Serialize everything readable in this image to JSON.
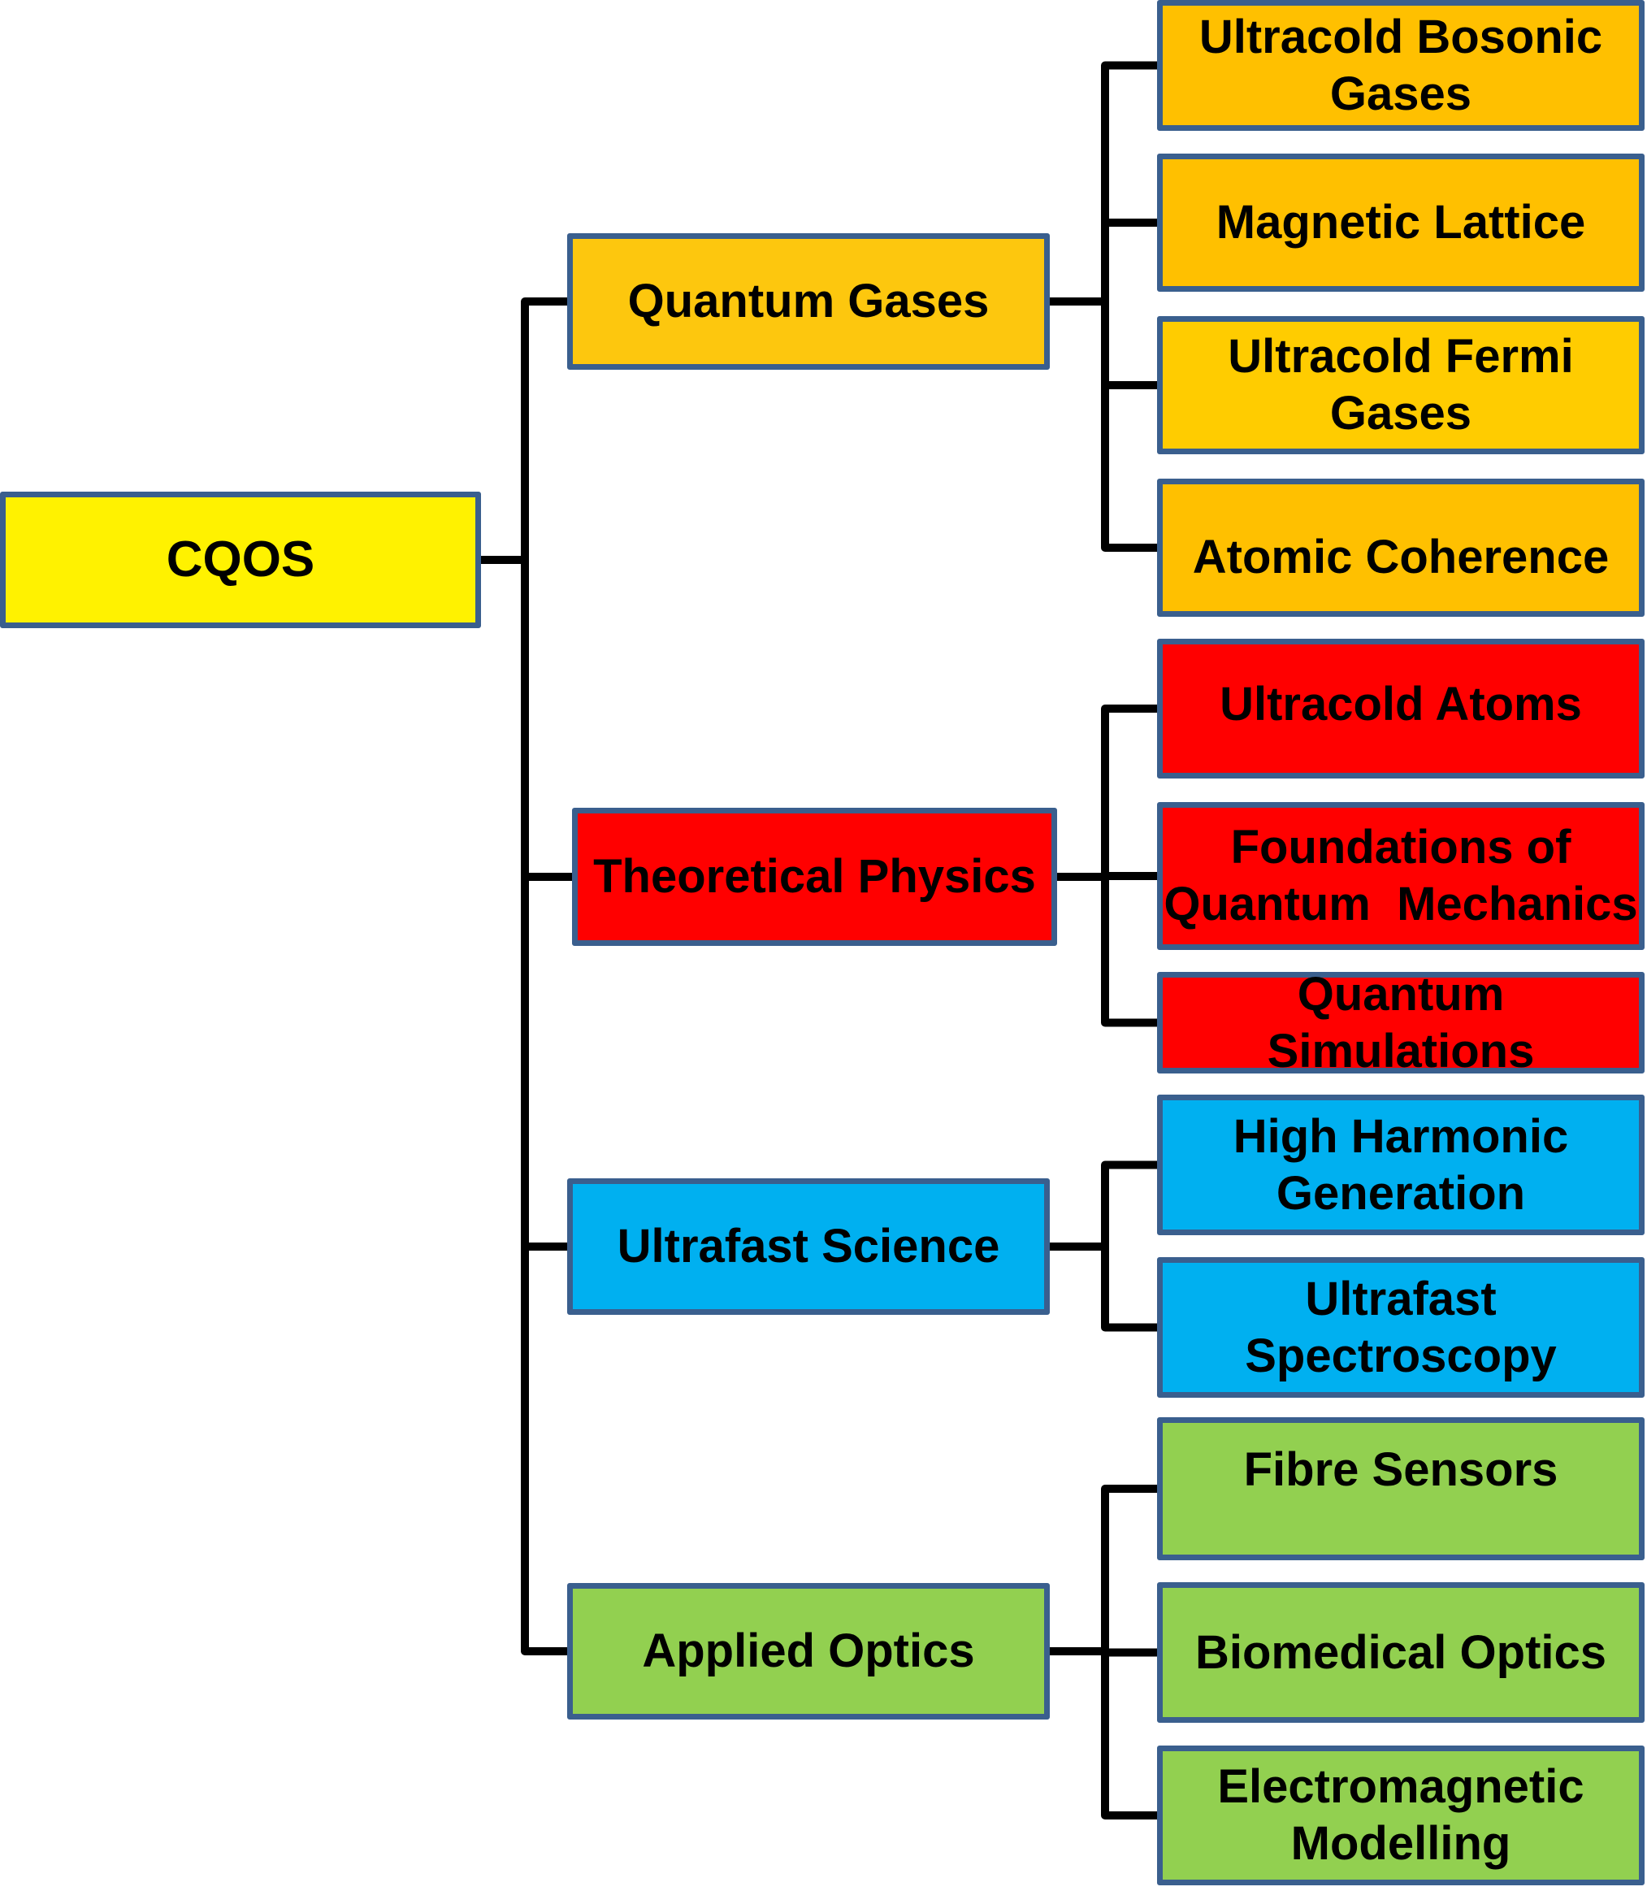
{
  "root": {
    "label": "CQOS",
    "color": "#FFF200"
  },
  "groups": [
    {
      "label": "Quantum Gases",
      "color": "#FDC70E",
      "children": [
        {
          "lines": [
            "Ultracold Bosonic",
            "Gases"
          ],
          "color": "#FFC000"
        },
        {
          "lines": [
            "Magnetic Lattice"
          ],
          "color": "#FFC000"
        },
        {
          "lines": [
            "Ultracold Fermi",
            "Gases"
          ],
          "color": "#FFCC00"
        },
        {
          "lines": [
            "Atomic Coherence"
          ],
          "color": "#FFC000"
        }
      ]
    },
    {
      "label": "Theoretical Physics",
      "color": "#FF0000",
      "children": [
        {
          "lines": [
            "Ultracold Atoms"
          ],
          "color": "#FF0000"
        },
        {
          "lines": [
            "Foundations of",
            "Quantum  Mechanics"
          ],
          "color": "#FF0000"
        },
        {
          "lines": [
            "Quantum Simulations"
          ],
          "color": "#FF0000"
        }
      ]
    },
    {
      "label": "Ultrafast Science",
      "color": "#00B0F0",
      "children": [
        {
          "lines": [
            "High Harmonic",
            "Generation"
          ],
          "color": "#00B0F0"
        },
        {
          "lines": [
            "Ultrafast",
            "Spectroscopy"
          ],
          "color": "#00B0F0"
        }
      ]
    },
    {
      "label": "Applied Optics",
      "color": "#92D050",
      "children": [
        {
          "lines": [
            "Fibre Sensors"
          ],
          "color": "#92D050"
        },
        {
          "lines": [
            "Biomedical Optics"
          ],
          "color": "#92D050"
        },
        {
          "lines": [
            "Electromagnetic",
            "Modelling"
          ],
          "color": "#92D050"
        }
      ]
    }
  ],
  "border_color": "#3A5F8E",
  "line_color": "#000000"
}
